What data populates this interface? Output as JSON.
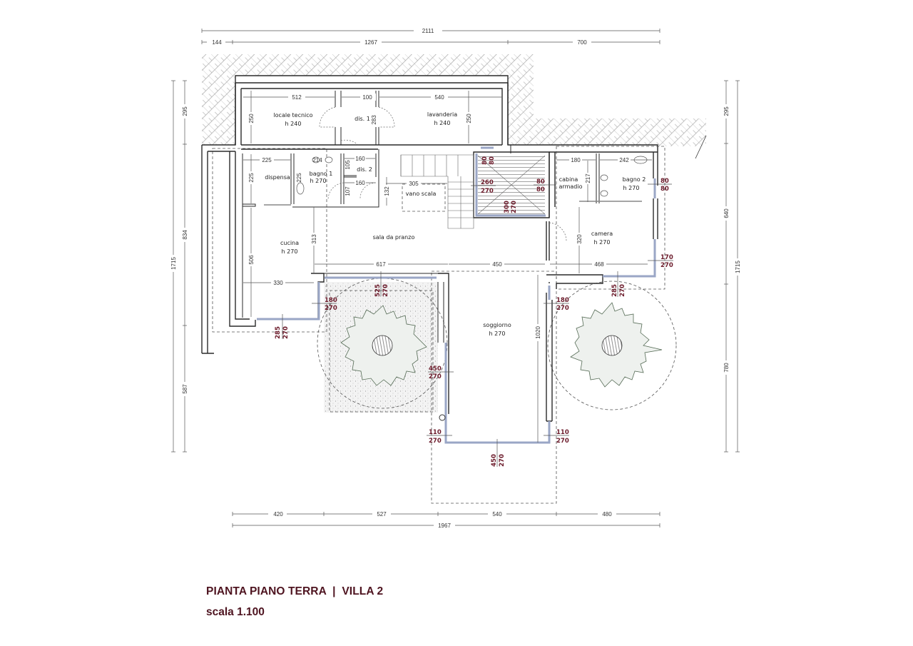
{
  "drawing": {
    "title": "PIANTA PIANO TERRA  |  VILLA 2",
    "scale": "scala 1.100"
  },
  "dimensions": {
    "top_total": "2111",
    "top_segments": [
      "144",
      "1267",
      "700"
    ],
    "bottom_total": "1967",
    "bottom_segments": [
      "420",
      "527",
      "540",
      "480"
    ],
    "left_total": "1715",
    "left_segments": [
      "295",
      "834",
      "587"
    ],
    "right_total": "1715",
    "right_segments": [
      "295",
      "640",
      "780"
    ],
    "interior": {
      "locale_tecnico_w": "512",
      "dis1_w": "100",
      "lavanderia_w": "540",
      "locale_tecnico_h": "250",
      "dis1_h": "283",
      "lavanderia_h": "250",
      "dispensa_w": "225",
      "dispensa_h": "225",
      "bagno1_h": "225",
      "bagno1_w": "214",
      "dis2_w_top": "160",
      "dis2_h": "105",
      "dis2_w_bottom": "160",
      "dis2_h2": "107",
      "vano_scala_w": "305",
      "vano_scala_h": "132",
      "cabina_w": "180",
      "cabina_h": "217",
      "bagno2_w": "242",
      "cucina_h_upper": "313",
      "cucina_h": "506",
      "cucina_w": "330",
      "sala_w1": "617",
      "sala_w2": "450",
      "camera_h": "320",
      "camera_w": "468",
      "soggiorno_h": "1020"
    }
  },
  "rooms": [
    {
      "name": "locale tecnico",
      "height": "h 240"
    },
    {
      "name": "dis. 1",
      "height": ""
    },
    {
      "name": "lavanderia",
      "height": "h 240"
    },
    {
      "name": "dispensa",
      "height": ""
    },
    {
      "name": "bagno 1",
      "height": "h 270"
    },
    {
      "name": "dis. 2",
      "height": ""
    },
    {
      "name": "vano scala",
      "height": ""
    },
    {
      "name": "cabina",
      "height": "armadio"
    },
    {
      "name": "bagno 2",
      "height": "h 270"
    },
    {
      "name": "sala da pranzo",
      "height": ""
    },
    {
      "name": "cucina",
      "height": "h 270"
    },
    {
      "name": "camera",
      "height": "h 270"
    },
    {
      "name": "soggiorno",
      "height": "h 270"
    }
  ],
  "windows": [
    {
      "w": "80",
      "h": "80",
      "location": "stair top"
    },
    {
      "w": "260",
      "h": "270",
      "location": "stair left"
    },
    {
      "w": "80",
      "h": "80",
      "location": "stair right"
    },
    {
      "w": "300",
      "h": "270",
      "location": "stair bottom"
    },
    {
      "w": "80",
      "h": "80",
      "location": "bagno 2"
    },
    {
      "w": "170",
      "h": "270",
      "location": "camera right"
    },
    {
      "w": "285",
      "h": "270",
      "location": "camera bottom"
    },
    {
      "w": "180",
      "h": "270",
      "location": "soggiorno right-top"
    },
    {
      "w": "525",
      "h": "270",
      "location": "patio top"
    },
    {
      "w": "180",
      "h": "270",
      "location": "patio left"
    },
    {
      "w": "285",
      "h": "270",
      "location": "cucina bottom"
    },
    {
      "w": "450",
      "h": "270",
      "location": "soggiorno left"
    },
    {
      "w": "110",
      "h": "270",
      "location": "soggiorno bottom-left"
    },
    {
      "w": "110",
      "h": "270",
      "location": "soggiorno bottom-right"
    },
    {
      "w": "450",
      "h": "270",
      "location": "soggiorno bottom"
    }
  ],
  "colors": {
    "title": "#4e1420",
    "window_label": "#6b1a2a",
    "glazing": "#9aa6c6",
    "wall": "#2a2a2a"
  }
}
